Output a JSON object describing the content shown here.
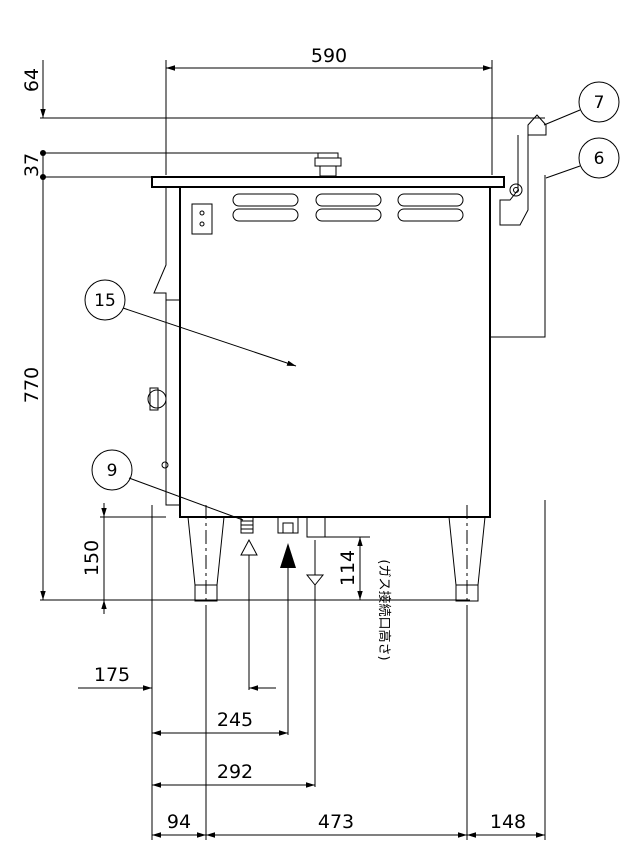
{
  "dimensions": {
    "top_width": "590",
    "top_offset": "64",
    "lid_height": "37",
    "body_height": "770",
    "connection_height": "150",
    "gas_height": "114",
    "pos_175": "175",
    "pos_245": "245",
    "pos_292": "292",
    "foot_left": "94",
    "foot_span": "473",
    "foot_right": "148"
  },
  "callouts": {
    "c7": "7",
    "c6": "6",
    "c15": "15",
    "c9": "9"
  },
  "note": "(ガス接続口高さ)"
}
